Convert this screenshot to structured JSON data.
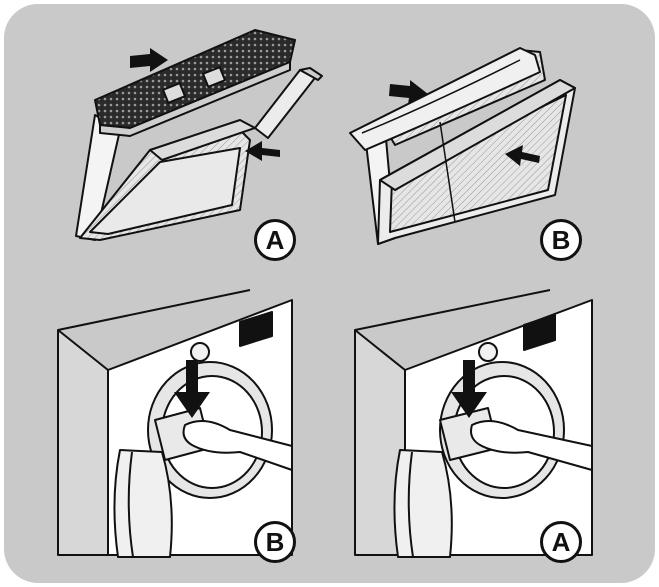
{
  "panels": [
    {
      "id": "filter-a-open",
      "label": "A"
    },
    {
      "id": "filter-b-open",
      "label": "B"
    },
    {
      "id": "insert-filter-b",
      "label": "B"
    },
    {
      "id": "insert-filter-a",
      "label": "A"
    }
  ],
  "colors": {
    "background": "#c9c9c9",
    "ink": "#111111",
    "paper": "#ffffff",
    "mesh": "#3a3a3a"
  },
  "icons": [
    "arrow-icon",
    "hand-icon",
    "dryer-door-icon",
    "lint-filter-icon"
  ]
}
